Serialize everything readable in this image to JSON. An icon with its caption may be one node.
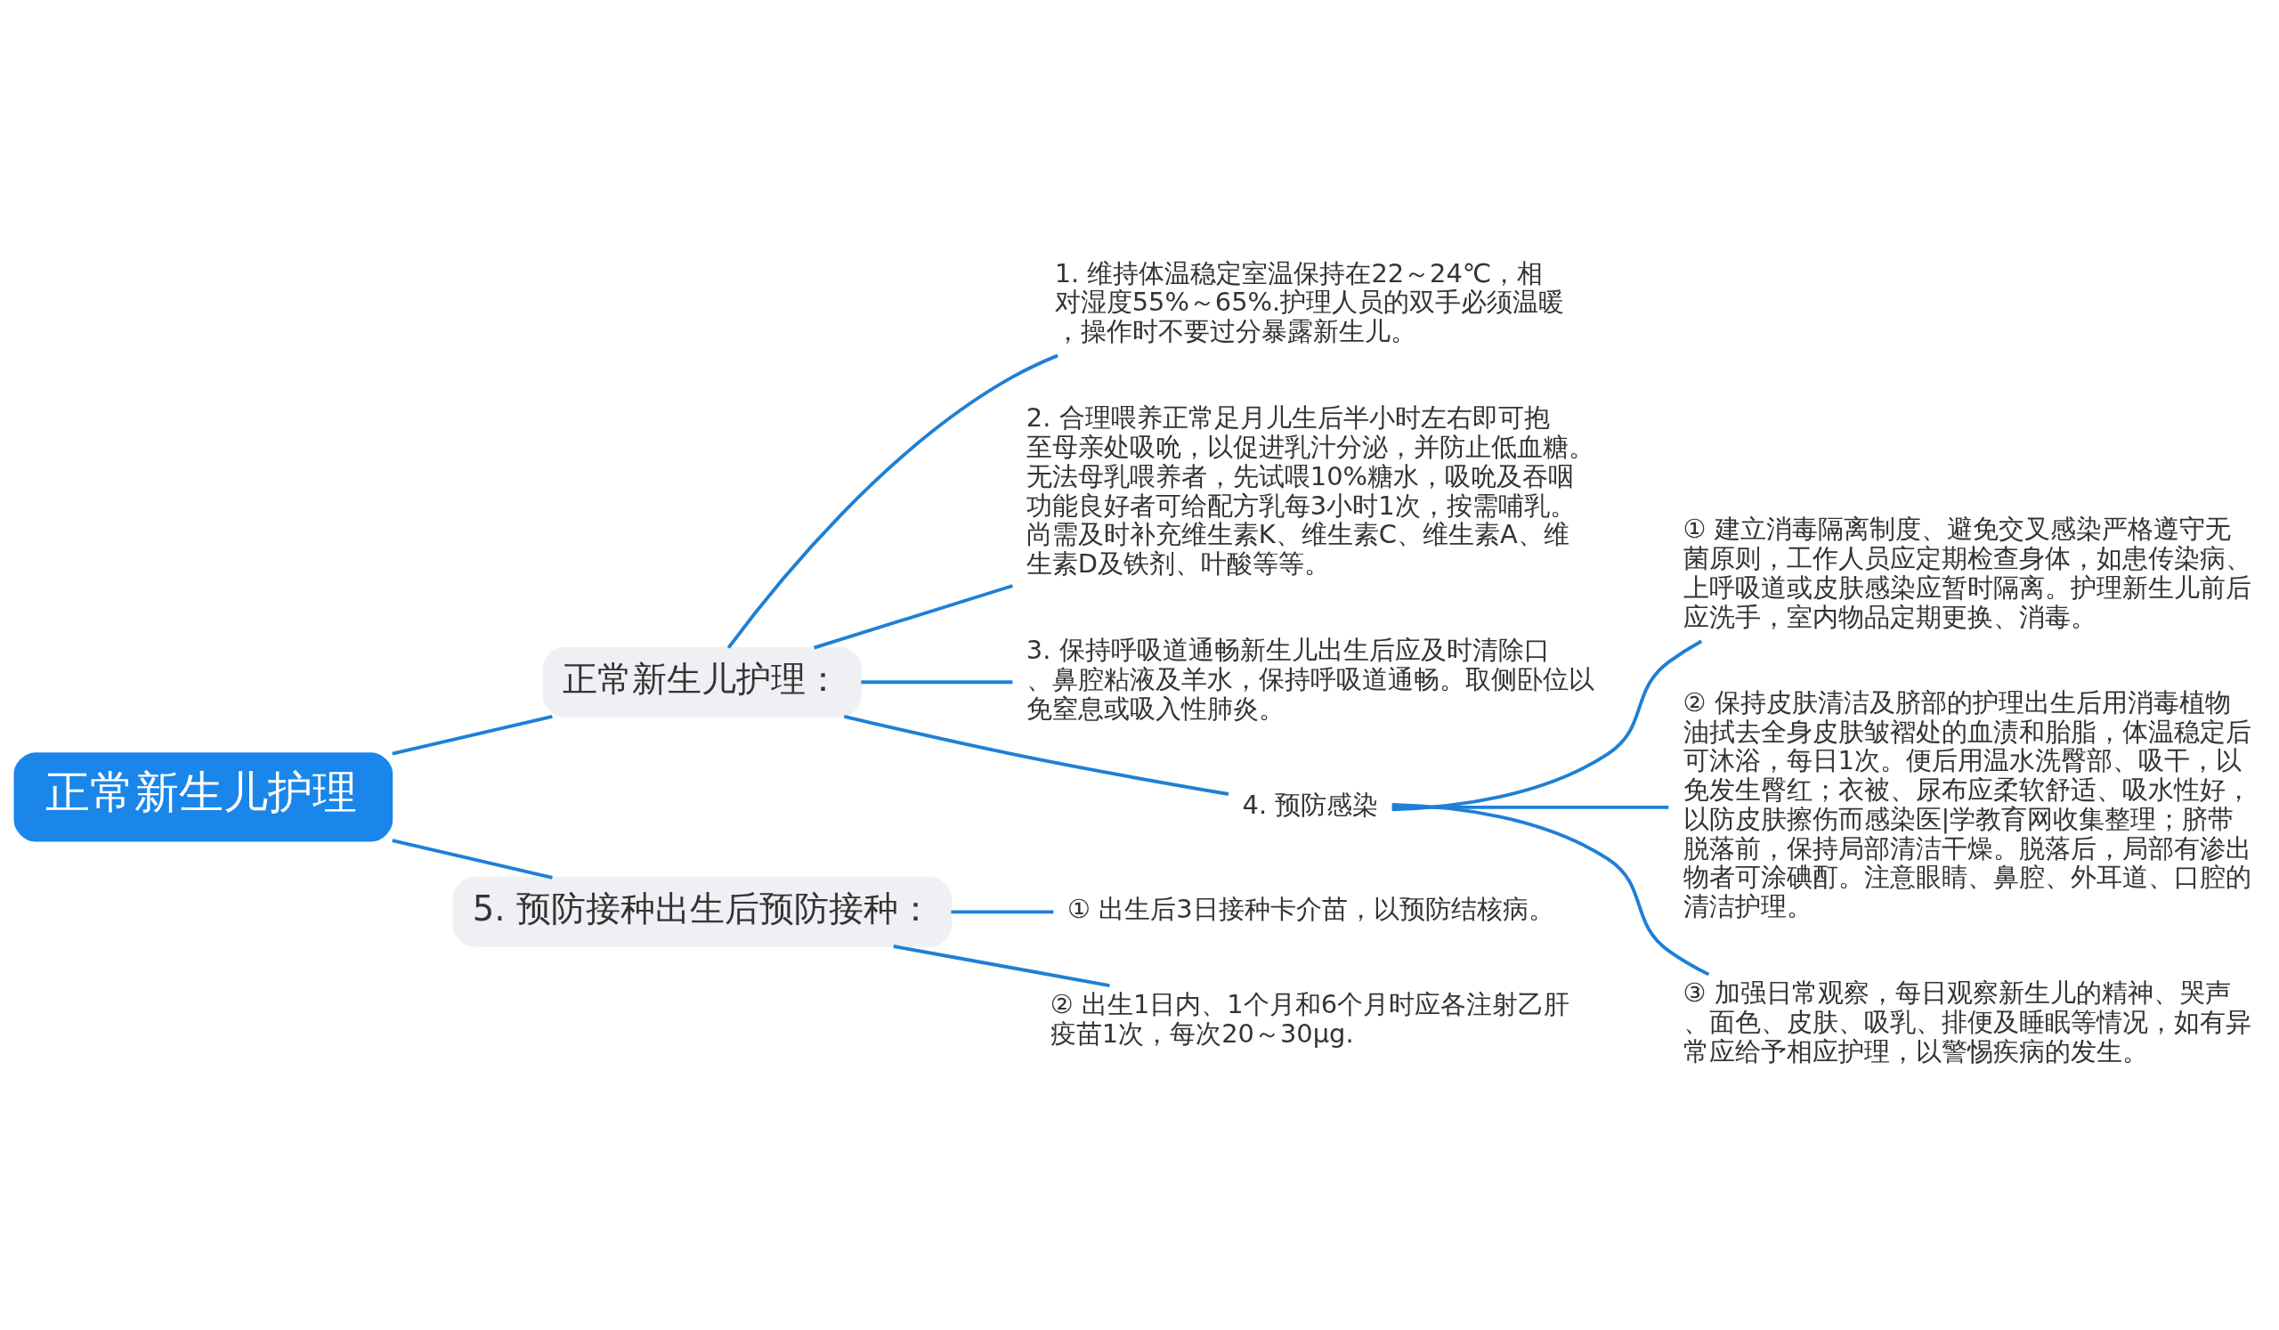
{
  "diagram": {
    "nodes": [
      {
        "text": [
          "正常新生儿护理"
        ]
      },
      {
        "text": [
          "正常新生儿护理："
        ]
      },
      {
        "text": [
          "1. 维持体温稳定室温保持在22～24℃，相对湿度55%～65%.护理人员的双手必须温暖，操作时不要过分暴露新生儿。"
        ]
      },
      {
        "text": [
          "2. 合理喂养正常足月儿生后半小时左右即可抱至母亲处吸吮，以促进乳汁分泌，并防止低血糖。无法母乳喂养者，先试喂10%糖水，吸吮及吞咽功能良好者可给配方乳每3小时1次，按需哺乳。尚需及时补充维生素K、维生素C、维生素A、维生素D及铁剂、叶酸等等。"
        ]
      },
      {
        "text": [
          "3. 保持呼吸道通畅新生儿出生后应及时清除口、鼻腔粘液及羊水，保持呼吸道通畅。取侧卧位以免窒息或吸入性肺炎。"
        ]
      },
      {
        "text": [
          "4. 预防感染"
        ]
      },
      {
        "text": [
          "① 建立消毒隔离制度、避免交叉感染严格遵守无菌原则，工作人员应定期检查身体，如患传染病、上呼吸道或皮肤感染应暂时隔离。护理新生儿前后应洗手，室内物品定期更换、消毒。"
        ]
      },
      {
        "text": [
          "② 保持皮肤清洁及脐部的护理出生后用消毒植物油拭去全身皮肤皱褶处的血渍和胎脂，体温稳定后可沐浴，每日1次。便后用温水洗臀部、吸干，以免发生臀红；衣被、尿布应柔软舒适、吸水性好，以防皮肤擦伤而感染医|学教育网收集整理；脐带脱落前，保持局部清洁干燥。脱落后，局部有渗出物者可涂碘酊。注意眼睛、鼻腔、外耳道、口腔的清洁护理。"
        ]
      },
      {
        "text": [
          "③ 加强日常观察，每日观察新生儿的精神、哭声、面色、皮肤、吸乳、排便及睡眠等情况，如有异常应给予相应护理，以警惕疾病的发生。"
        ]
      },
      {
        "text": [
          "5. 预防接种出生后预防接种："
        ]
      },
      {
        "text": [
          "① 出生后3日接种卡介苗，以预防结核病。"
        ]
      },
      {
        "text": [
          "② 出生1日内、1个月和6个月时应各注射乙肝疫苗1次，每次20～30μg."
        ]
      }
    ],
    "edges": [
      {
        "from": 0,
        "to": 1,
        "arrow": "none"
      },
      {
        "from": 1,
        "to": 2,
        "arrow": "none"
      },
      {
        "from": 1,
        "to": 3,
        "arrow": "none"
      },
      {
        "from": 1,
        "to": 4,
        "arrow": "none"
      },
      {
        "from": 1,
        "to": 5,
        "arrow": "none"
      },
      {
        "from": 5,
        "to": 6,
        "arrow": "none"
      },
      {
        "from": 5,
        "to": 7,
        "arrow": "none"
      },
      {
        "from": 5,
        "to": 8,
        "arrow": "none"
      },
      {
        "from": 0,
        "to": 9,
        "arrow": "none"
      },
      {
        "from": 9,
        "to": 10,
        "arrow": "none"
      },
      {
        "from": 9,
        "to": 11,
        "arrow": "none"
      }
    ]
  }
}
